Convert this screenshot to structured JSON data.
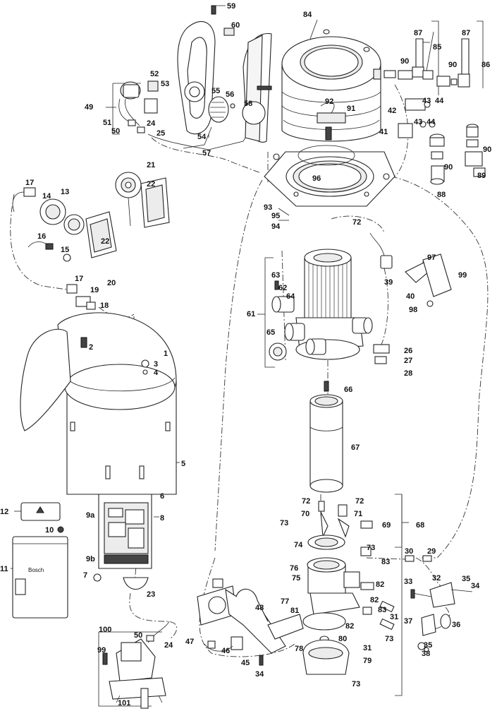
{
  "callouts": {
    "c1": "1",
    "c2": "2",
    "c3": "3",
    "c4": "4",
    "c5": "5",
    "c6": "6",
    "c7": "7",
    "c8": "8",
    "c9a": "9a",
    "c9b": "9b",
    "c10": "10",
    "c11": "11",
    "c12": "12",
    "c13": "13",
    "c14": "14",
    "c15": "15",
    "c16": "16",
    "c17a": "17",
    "c17b": "17",
    "c18": "18",
    "c19": "19",
    "c20": "20",
    "c21": "21",
    "c22a": "22",
    "c22b": "22",
    "c23": "23",
    "c24a": "24",
    "c24b": "24",
    "c25": "25",
    "c26": "26",
    "c27": "27",
    "c28": "28",
    "c29": "29",
    "c30": "30",
    "c31a": "31",
    "c31b": "31",
    "c32": "32",
    "c33": "33",
    "c34a": "34",
    "c34b": "34",
    "c35a": "35",
    "c35b": "35",
    "c36": "36",
    "c37": "37",
    "c38": "38",
    "c39": "39",
    "c40": "40",
    "c41": "41",
    "c42": "42",
    "c43a": "43",
    "c43b": "43",
    "c44a": "44",
    "c44b": "44",
    "c45": "45",
    "c46": "46",
    "c47": "47",
    "c48": "48",
    "c49": "49",
    "c50a": "50",
    "c50b": "50",
    "c51": "51",
    "c52": "52",
    "c53": "53",
    "c54": "54",
    "c55": "55",
    "c56": "56",
    "c57": "57",
    "c58": "58",
    "c59": "59",
    "c60": "60",
    "c61": "61",
    "c62": "62",
    "c63": "63",
    "c64": "64",
    "c65": "65",
    "c66": "66",
    "c67": "67",
    "c68": "68",
    "c69": "69",
    "c70": "70",
    "c71": "71",
    "c72a": "72",
    "c72b": "72",
    "c72c": "72",
    "c73a": "73",
    "c73b": "73",
    "c73c": "73",
    "c73d": "73",
    "c74": "74",
    "c75": "75",
    "c76": "76",
    "c77": "77",
    "c78": "78",
    "c79": "79",
    "c80": "80",
    "c81": "81",
    "c82a": "82",
    "c82b": "82",
    "c82c": "82",
    "c83a": "83",
    "c83b": "83",
    "c84": "84",
    "c85": "85",
    "c86": "86",
    "c87a": "87",
    "c87b": "87",
    "c88": "88",
    "c89": "89",
    "c90a": "90",
    "c90b": "90",
    "c90c": "90",
    "c90d": "90",
    "c91": "91",
    "c92": "92",
    "c93": "93",
    "c94": "94",
    "c95": "95",
    "c96": "96",
    "c97": "97",
    "c98": "98",
    "c99a": "99",
    "c99b": "99",
    "c100": "100",
    "c101": "101"
  },
  "brand_mark": "Bosch"
}
